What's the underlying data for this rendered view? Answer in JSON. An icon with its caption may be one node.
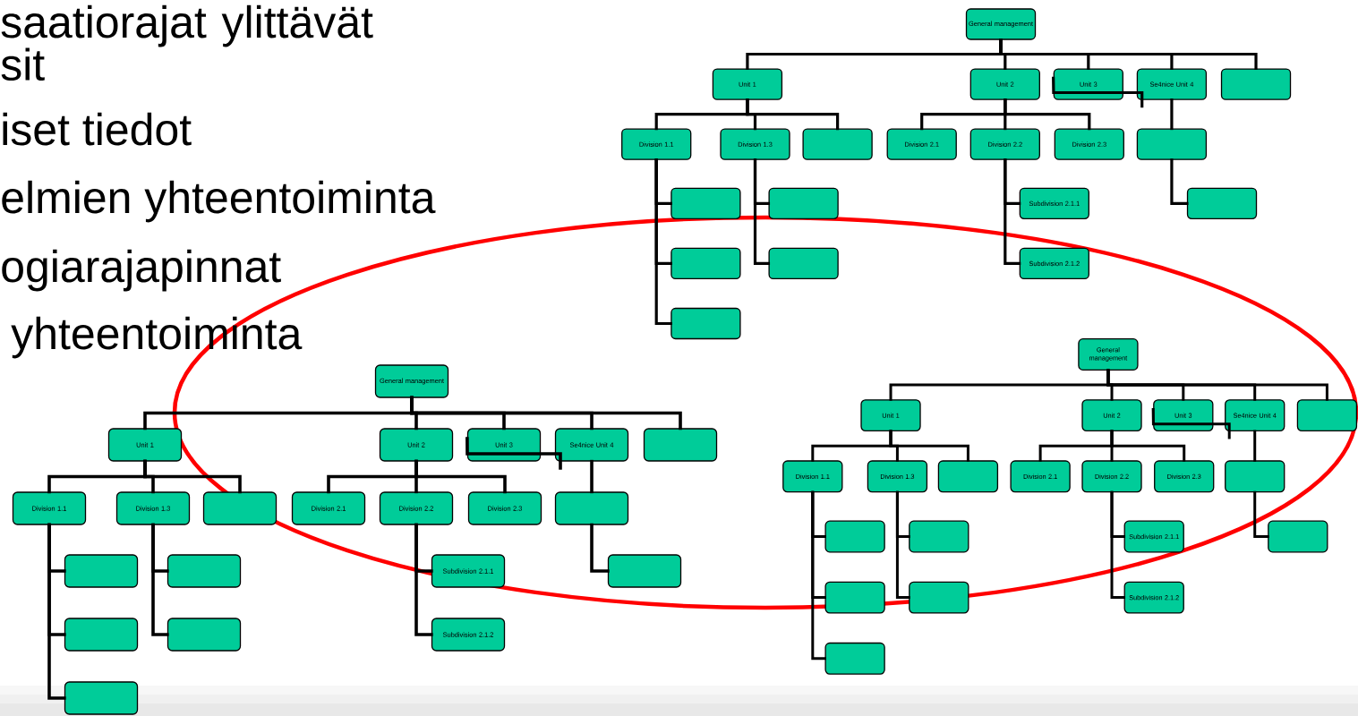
{
  "diagram": {
    "nodes": [
      {
        "text": [
          "General management"
        ]
      },
      {
        "text": [
          "Unit 1"
        ]
      },
      {
        "text": [
          "Unit 2"
        ]
      },
      {
        "text": [
          "Unit 3"
        ]
      },
      {
        "text": [
          "Se4nice Unit 4"
        ]
      },
      {
        "text": [],
        "shape": "box"
      },
      {
        "text": [
          "Division 1.1"
        ]
      },
      {
        "text": [
          "Division 1.3"
        ]
      },
      {
        "text": [],
        "shape": "box"
      },
      {
        "text": [
          "Division 2.1"
        ]
      },
      {
        "text": [
          "Division 2.2"
        ]
      },
      {
        "text": [
          "Division 2.3"
        ]
      },
      {
        "text": [],
        "shape": "box"
      },
      {
        "text": [],
        "shape": "box"
      },
      {
        "text": [],
        "shape": "box"
      },
      {
        "text": [],
        "shape": "box"
      },
      {
        "text": [],
        "shape": "box"
      },
      {
        "text": [],
        "shape": "box"
      },
      {
        "text": [
          "Subdivision 2.1.1"
        ]
      },
      {
        "text": [
          "Subdivision 2.1.2"
        ]
      },
      {
        "text": [],
        "shape": "box"
      },
      {
        "text": [
          "General management"
        ]
      },
      {
        "text": [
          "Unit 1"
        ]
      },
      {
        "text": [
          "Unit 2"
        ]
      },
      {
        "text": [
          "Unit 3"
        ]
      },
      {
        "text": [
          "Se4nice Unit 4"
        ]
      },
      {
        "text": [],
        "shape": "box"
      },
      {
        "text": [
          "Division 1.1"
        ]
      },
      {
        "text": [
          "Division 1.3"
        ]
      },
      {
        "text": [],
        "shape": "box"
      },
      {
        "text": [
          "Division 2.1"
        ]
      },
      {
        "text": [
          "Division 2.2"
        ]
      },
      {
        "text": [
          "Division 2.3"
        ]
      },
      {
        "text": [],
        "shape": "box"
      },
      {
        "text": [],
        "shape": "box"
      },
      {
        "text": [],
        "shape": "box"
      },
      {
        "text": [],
        "shape": "box"
      },
      {
        "text": [],
        "shape": "box"
      },
      {
        "text": [],
        "shape": "box"
      },
      {
        "text": [
          "Subdivision 2.1.1"
        ]
      },
      {
        "text": [
          "Subdivision 2.1.2"
        ]
      },
      {
        "text": [],
        "shape": "box"
      },
      {
        "text": [
          "General management"
        ]
      },
      {
        "text": [
          "Unit 1"
        ]
      },
      {
        "text": [
          "Unit 2"
        ]
      },
      {
        "text": [
          "Unit 3"
        ]
      },
      {
        "text": [
          "Se4nice Unit 4"
        ]
      },
      {
        "text": [],
        "shape": "box"
      },
      {
        "text": [
          "Division 1.1"
        ]
      },
      {
        "text": [
          "Division 1.3"
        ]
      },
      {
        "text": [],
        "shape": "box"
      },
      {
        "text": [
          "Division 2.1"
        ]
      },
      {
        "text": [
          "Division 2.2"
        ]
      },
      {
        "text": [
          "Division 2.3"
        ]
      },
      {
        "text": [],
        "shape": "box"
      },
      {
        "text": [],
        "shape": "box"
      },
      {
        "text": [],
        "shape": "box"
      },
      {
        "text": [],
        "shape": "box"
      },
      {
        "text": [],
        "shape": "box"
      },
      {
        "text": [],
        "shape": "box"
      },
      {
        "text": [
          "Subdivision 2.1.1"
        ]
      },
      {
        "text": [
          "Subdivision 2.1.2"
        ]
      },
      {
        "text": [],
        "shape": "box"
      }
    ],
    "edges": [
      {
        "from": 0,
        "to": 1,
        "arrow": "none"
      },
      {
        "from": 0,
        "to": 2,
        "arrow": "none"
      },
      {
        "from": 0,
        "to": 3,
        "arrow": "none"
      },
      {
        "from": 0,
        "to": 4,
        "arrow": "none"
      },
      {
        "from": 0,
        "to": 5,
        "arrow": "none"
      },
      {
        "from": 3,
        "to": 4,
        "arrow": "none"
      },
      {
        "from": 1,
        "to": 6,
        "arrow": "none"
      },
      {
        "from": 1,
        "to": 7,
        "arrow": "none"
      },
      {
        "from": 1,
        "to": 8,
        "arrow": "none"
      },
      {
        "from": 2,
        "to": 9,
        "arrow": "none"
      },
      {
        "from": 2,
        "to": 10,
        "arrow": "none"
      },
      {
        "from": 2,
        "to": 11,
        "arrow": "none"
      },
      {
        "from": 4,
        "to": 12,
        "arrow": "none"
      },
      {
        "from": 6,
        "to": 13,
        "arrow": "none"
      },
      {
        "from": 6,
        "to": 14,
        "arrow": "none"
      },
      {
        "from": 6,
        "to": 15,
        "arrow": "none"
      },
      {
        "from": 7,
        "to": 16,
        "arrow": "none"
      },
      {
        "from": 7,
        "to": 17,
        "arrow": "none"
      },
      {
        "from": 10,
        "to": 18,
        "arrow": "none"
      },
      {
        "from": 10,
        "to": 19,
        "arrow": "none"
      },
      {
        "from": 12,
        "to": 20,
        "arrow": "none"
      },
      {
        "from": 21,
        "to": 22,
        "arrow": "none"
      },
      {
        "from": 21,
        "to": 23,
        "arrow": "none"
      },
      {
        "from": 21,
        "to": 24,
        "arrow": "none"
      },
      {
        "from": 21,
        "to": 25,
        "arrow": "none"
      },
      {
        "from": 21,
        "to": 26,
        "arrow": "none"
      },
      {
        "from": 24,
        "to": 25,
        "arrow": "none"
      },
      {
        "from": 22,
        "to": 27,
        "arrow": "none"
      },
      {
        "from": 22,
        "to": 28,
        "arrow": "none"
      },
      {
        "from": 22,
        "to": 29,
        "arrow": "none"
      },
      {
        "from": 23,
        "to": 30,
        "arrow": "none"
      },
      {
        "from": 23,
        "to": 31,
        "arrow": "none"
      },
      {
        "from": 23,
        "to": 32,
        "arrow": "none"
      },
      {
        "from": 25,
        "to": 33,
        "arrow": "none"
      },
      {
        "from": 27,
        "to": 34,
        "arrow": "none"
      },
      {
        "from": 27,
        "to": 35,
        "arrow": "none"
      },
      {
        "from": 27,
        "to": 36,
        "arrow": "none"
      },
      {
        "from": 28,
        "to": 37,
        "arrow": "none"
      },
      {
        "from": 28,
        "to": 38,
        "arrow": "none"
      },
      {
        "from": 31,
        "to": 39,
        "arrow": "none"
      },
      {
        "from": 31,
        "to": 40,
        "arrow": "none"
      },
      {
        "from": 33,
        "to": 41,
        "arrow": "none"
      },
      {
        "from": 42,
        "to": 43,
        "arrow": "none"
      },
      {
        "from": 42,
        "to": 44,
        "arrow": "none"
      },
      {
        "from": 42,
        "to": 45,
        "arrow": "none"
      },
      {
        "from": 42,
        "to": 46,
        "arrow": "none"
      },
      {
        "from": 42,
        "to": 47,
        "arrow": "none"
      },
      {
        "from": 45,
        "to": 46,
        "arrow": "none"
      },
      {
        "from": 43,
        "to": 48,
        "arrow": "none"
      },
      {
        "from": 43,
        "to": 49,
        "arrow": "none"
      },
      {
        "from": 43,
        "to": 50,
        "arrow": "none"
      },
      {
        "from": 44,
        "to": 51,
        "arrow": "none"
      },
      {
        "from": 44,
        "to": 52,
        "arrow": "none"
      },
      {
        "from": 44,
        "to": 53,
        "arrow": "none"
      },
      {
        "from": 46,
        "to": 54,
        "arrow": "none"
      },
      {
        "from": 48,
        "to": 55,
        "arrow": "none"
      },
      {
        "from": 48,
        "to": 56,
        "arrow": "none"
      },
      {
        "from": 48,
        "to": 57,
        "arrow": "none"
      },
      {
        "from": 49,
        "to": 58,
        "arrow": "none"
      },
      {
        "from": 49,
        "to": 59,
        "arrow": "none"
      },
      {
        "from": 52,
        "to": 60,
        "arrow": "none"
      },
      {
        "from": 52,
        "to": 61,
        "arrow": "none"
      },
      {
        "from": 54,
        "to": 62,
        "arrow": "none"
      }
    ],
    "labels": [
      "saatiorajat ylittävät sit",
      "iset tiedot",
      "elmien yhteentoiminta",
      "ogiarajapinnat",
      "yhteentoiminta"
    ]
  }
}
